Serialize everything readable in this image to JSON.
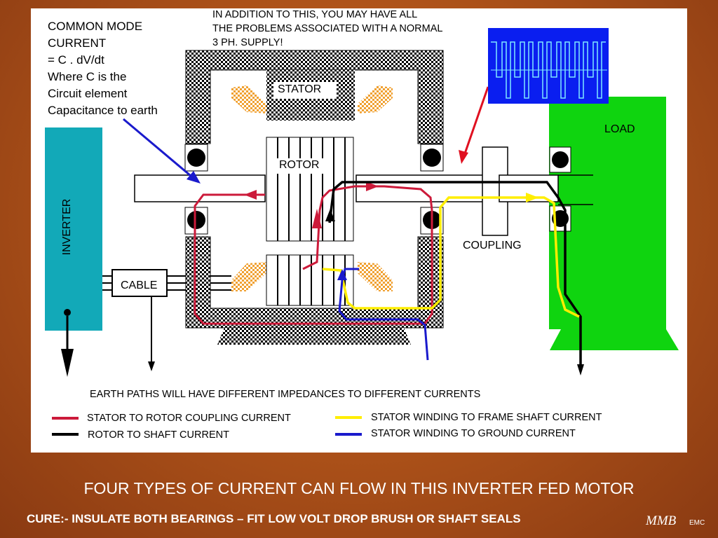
{
  "notes": {
    "top_line1": "IN ADDITION TO THIS, YOU MAY HAVE ALL",
    "top_line2": "THE PROBLEMS ASSOCIATED WITH A NORMAL",
    "top_line3": "3 PH. SUPPLY!",
    "left_line1": "COMMON MODE",
    "left_line2": "CURRENT",
    "left_line3": "= C . dV/dt",
    "left_line4": "Where C is the",
    "left_line5": "Circuit element",
    "left_line6": "Capacitance to earth"
  },
  "labels": {
    "stator": "STATOR",
    "rotor": "ROTOR",
    "load": "LOAD",
    "inverter": "INVERTER",
    "cable": "CABLE",
    "coupling": "COUPLING",
    "earth_paths": "EARTH PATHS WILL HAVE DIFFERENT IMPEDANCES TO DIFFERENT CURRENTS"
  },
  "legend": [
    {
      "label": "STATOR TO ROTOR COUPLING CURRENT",
      "color": "#cc1a3a"
    },
    {
      "label": "ROTOR TO SHAFT CURRENT",
      "color": "#000000"
    },
    {
      "label": "STATOR WINDING TO FRAME SHAFT CURRENT",
      "color": "#ffee00"
    },
    {
      "label": "STATOR WINDING TO GROUND CURRENT",
      "color": "#1a1acc"
    }
  ],
  "colors": {
    "inverter": "#12a9b8",
    "load": "#0fd40f",
    "waveform_bg": "#0a1ef0",
    "waveform_line": "#7fe8ff",
    "winding": "#f0a030"
  },
  "footer": {
    "title": "FOUR TYPES OF CURRENT CAN FLOW IN THIS INVERTER FED MOTOR",
    "cure": "CURE:- INSULATE BOTH BEARINGS – FIT LOW VOLT DROP BRUSH OR SHAFT SEALS",
    "brand": "MMB",
    "brand_sub": "EMC"
  }
}
